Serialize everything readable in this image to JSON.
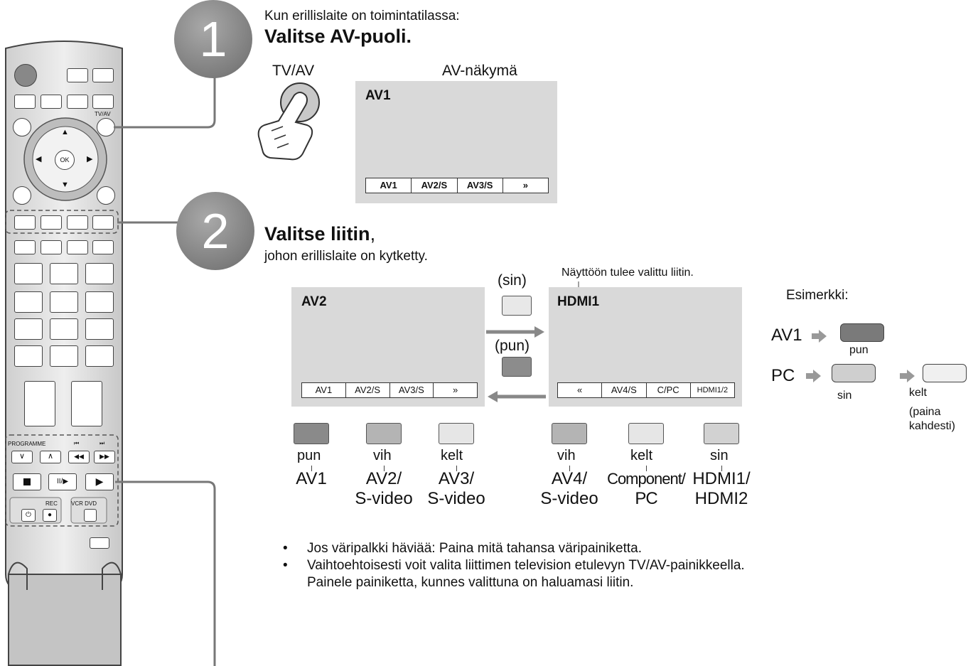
{
  "step1": {
    "number": "1",
    "intro": "Kun erillislaite on toimintatilassa:",
    "heading": "Valitse AV-puoli.",
    "button_label": "TV/AV",
    "screen_caption": "AV-näkymä",
    "screen_title": "AV1",
    "screen_bar": [
      "AV1",
      "AV2/S",
      "AV3/S",
      "»"
    ]
  },
  "step2": {
    "number": "2",
    "heading": "Valitse liitin",
    "heading_suffix": ",",
    "subheading": "johon erillislaite on kytketty.",
    "annotation": "Näyttöön tulee valittu liitin.",
    "left_screen": {
      "title": "AV2",
      "bar": [
        "AV1",
        "AV2/S",
        "AV3/S",
        "»"
      ]
    },
    "right_screen": {
      "title": "HDMI1",
      "bar": [
        "«",
        "AV4/S",
        "C/PC",
        "HDMI1/2"
      ]
    },
    "forward_label": "(sin)",
    "back_label": "(pun)",
    "colour_buttons_left": [
      {
        "color_name": "pun",
        "line1": "AV1",
        "line2": "",
        "color": "#8a8a8a"
      },
      {
        "color_name": "vih",
        "line1": "AV2/",
        "line2": "S-video",
        "color": "#b4b4b4"
      },
      {
        "color_name": "kelt",
        "line1": "AV3/",
        "line2": "S-video",
        "color": "#e6e6e6"
      }
    ],
    "colour_buttons_right": [
      {
        "color_name": "vih",
        "line1": "AV4/",
        "line2": "S-video",
        "color": "#b4b4b4"
      },
      {
        "color_name": "kelt",
        "line1": "Component/",
        "line2": "PC",
        "color": "#e6e6e6"
      },
      {
        "color_name": "sin",
        "line1": "HDMI1/",
        "line2": "HDMI2",
        "color": "#d2d2d2"
      }
    ]
  },
  "example": {
    "title": "Esimerkki:",
    "row1_label": "AV1",
    "row1_button": "pun",
    "row2_label": "PC",
    "row2_button1": "sin",
    "row2_button2": "kelt",
    "row2_note": "(paina\nkahdesti)"
  },
  "notes": [
    "Jos väripalkki häviää: Paina mitä tahansa väripainiketta.",
    "Vaihtoehtoisesti voit valita liittimen television etulevyn TV/AV-painikkeella. Painele painiketta, kunnes valittuna on haluamasi liitin."
  ],
  "remote": {
    "tvav_label": "TV/AV",
    "ok_label": "OK",
    "programme_label": "PROGRAMME",
    "rec_label": "REC",
    "vcr_dvd_label": "VCR DVD"
  }
}
